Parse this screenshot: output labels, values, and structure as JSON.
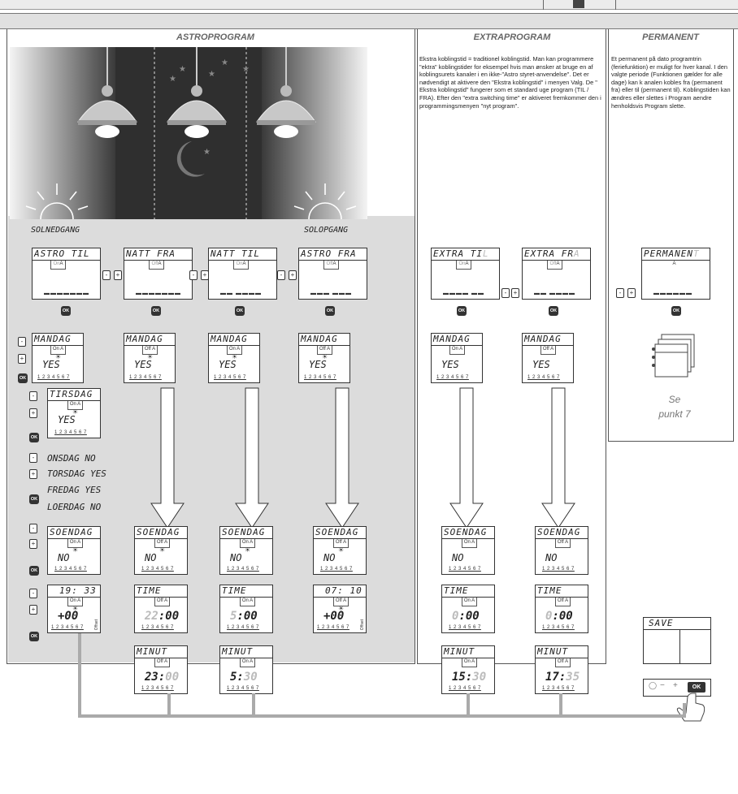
{
  "sections": {
    "astro": {
      "title": "ASTROPROGRAM"
    },
    "extra": {
      "title": "EXTRAPROGRAM",
      "paragraph": "Ekstra koblingstid = traditionel koblingstid. Man kan programmere \"ektra\" koblingstider for eksempel hvis man ønsker at bruge en af koblingsurets kanaler i en ikke-\"Astro styret-anvendelse\". Det er nødvendigt at aktivere den \"Ekstra koblingstid\" i menyen Valg. De \" Ekstra koblingstid\" fungerer som et standard uge program (TIL / FRA). Efter den \"extra switching time\" er aktiveret fremkommer den i programmingsmenyen \"nyt program\"."
    },
    "permanent": {
      "title": "PERMANENT",
      "paragraph": "Et permanent på dato programtrin (feriefunktion) er muligt for hver kanal. I den valgte periode (Funktionen gælder for alle dage) kan k analen kobles fra (permanent fra) eller til (permanent til). Koblingstiden kan ændres eller slettes i Program aendre henholdsvis Program slette.",
      "see": "Se\npunkt 7"
    }
  },
  "labels": {
    "sunset": "SOLNEDGANG",
    "sunrise": "SOLOPGANG"
  },
  "buttons": {
    "ok": "OK",
    "minus": "-",
    "plus": "+"
  },
  "screens": {
    "astro_til": "ASTRO TIL",
    "natt_fra": "NATT FRA",
    "natt_til": "NATT TIL",
    "astro_fra": "ASTRO FRA",
    "extra_til": "EXTRA TI",
    "extra_til_ghost": "L",
    "extra_fra": "EXTRA FR",
    "extra_fra_ghost": "A",
    "permanent": "PERMANEN",
    "permanent_ghost": "T",
    "mandag": "MANDAG",
    "tirsdag": "TIRSDAG",
    "soendag": "SOENDAG",
    "time": "TIME",
    "minut": "MINUT",
    "save": "SAVE",
    "sunset_time": "19: 33",
    "sunrise_time": "07: 10"
  },
  "status": {
    "on_a": "On A",
    "off_a": "Off A",
    "a": "A",
    "on": "On",
    "off": "Off"
  },
  "values": {
    "yes": "YES",
    "no": "NO",
    "offset": "+00",
    "offset_label": "Offset",
    "t22": "22",
    "t00": ":00",
    "t5": "5",
    "t0": "0",
    "m23": "23:",
    "m00": "00",
    "m5": "5:",
    "m30": "30",
    "m15": "15:",
    "m17": "17:",
    "m35": "35"
  },
  "days": "1 2 3 4 5 6 7",
  "daylines": [
    "ONSDAG  NO",
    "TORSDAG YES",
    "FREDAG  YES",
    "LOERDAG NO"
  ],
  "save_keys": [
    "◯",
    "−",
    "+",
    "OK"
  ]
}
